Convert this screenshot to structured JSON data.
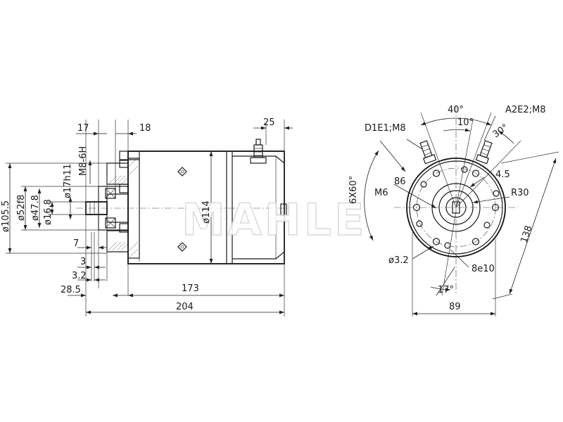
{
  "watermark": "MAHLE",
  "side_view": {
    "dim_17": "17",
    "dim_18": "18",
    "dim_25": "25",
    "thread_m8_6h": "M8-6H",
    "dia_17h11": "ø17h11",
    "dia_105_5": "ø105.5",
    "dia_52f8": "ø52f8",
    "dia_47_8": "ø47.8",
    "dia_16_8": "ø16.8",
    "dia_114": "ø114",
    "dim_7": "7",
    "dim_3": "3",
    "dim_3_2": "3.2",
    "dim_28_5": "28.5",
    "dim_173": "173",
    "dim_204": "204"
  },
  "end_view": {
    "angle_40": "40°",
    "angle_10": "10°",
    "angle_30": "30°",
    "terminal_a2e2": "A2E2;M8",
    "terminal_d1e1": "D1E1;M8",
    "dim_4_5": "4.5",
    "bolt_circle_86": "86",
    "holes_6x60": "6X60°",
    "thread_m6": "M6",
    "radius_30": "R30",
    "dim_138": "138",
    "dia_3_2": "ø3.2",
    "fit_8e10": "8e10",
    "angle_17": "17°",
    "dim_89": "89"
  }
}
